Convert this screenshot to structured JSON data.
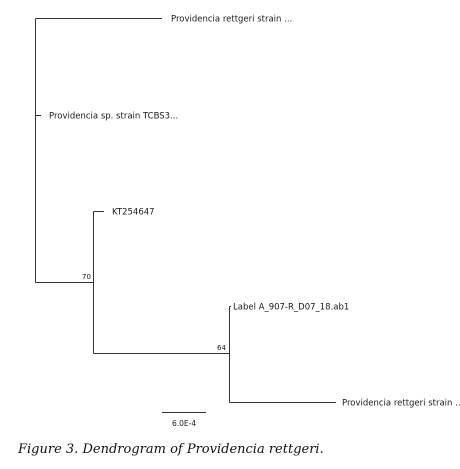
{
  "tree": {
    "leaves": {
      "leaf1": "Providencia rettgeri strain ...",
      "leaf2": "Providencia sp. strain TCBS3...",
      "leaf3": "KT254647",
      "leaf4": "Label A_907-R_D07_18.ab1",
      "leaf5": "Providencia rettgeri strain ..."
    },
    "bootstrap": {
      "node_a": "70",
      "node_b": "64"
    },
    "scale_bar": "6.0E-4"
  },
  "caption": {
    "prefix": "Figure 3.",
    "text": "Dendrogram of Providencia rettgeri."
  }
}
